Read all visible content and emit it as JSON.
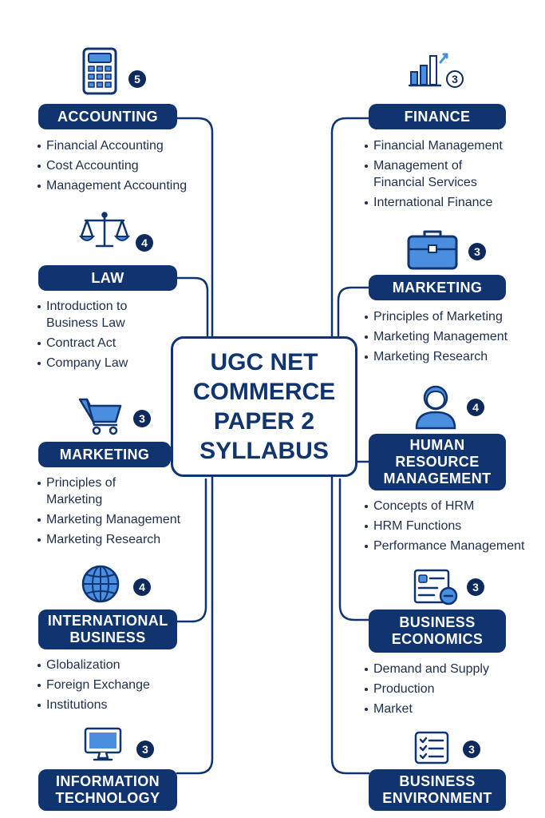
{
  "title_lines": [
    "UGC NET",
    "COMMERCE",
    "PAPER 2",
    "SYLLABUS"
  ],
  "colors": {
    "navy": "#0f3470",
    "accent_blue": "#4a8ee0",
    "badge": "#0e2a5c"
  },
  "left_topics": [
    {
      "name": "ACCOUNTING",
      "units": "5",
      "icon": "calculator-icon",
      "items": [
        "Financial Accounting",
        "Cost Accounting",
        "Management Accounting"
      ]
    },
    {
      "name": "LAW",
      "units": "4",
      "icon": "scales-icon",
      "items": [
        "Introduction to\nBusiness Law",
        "Contract Act",
        "Company Law"
      ]
    },
    {
      "name": "MARKETING",
      "units": "3",
      "icon": "shopping-cart-icon",
      "items": [
        "Principles of\nMarketing",
        "Marketing Management",
        "Marketing Research"
      ]
    },
    {
      "name": "INTERNATIONAL BUSINESS",
      "units": "4",
      "icon": "globe-icon",
      "items": [
        "Globalization",
        "Foreign Exchange",
        "Institutions"
      ]
    },
    {
      "name": "INFORMATION TECHNOLOGY",
      "units": "3",
      "icon": "computer-monitor-icon",
      "items": []
    }
  ],
  "right_topics": [
    {
      "name": "FINANCE",
      "units": "3",
      "icon": "bar-chart-icon",
      "items": [
        "Financial Management",
        "Management of\nFinancial Services",
        "International Finance"
      ]
    },
    {
      "name": "MARKETING",
      "units": "3",
      "icon": "briefcase-icon",
      "items": [
        "Principles of Marketing",
        "Marketing Management",
        "Marketing Research"
      ]
    },
    {
      "name": "HUMAN RESOURCE MANAGEMENT",
      "units": "4",
      "icon": "person-icon",
      "items": [
        "Concepts of HRM",
        "HRM Functions",
        "Performance Management"
      ]
    },
    {
      "name": "BUSINESS ECONOMICS",
      "units": "3",
      "icon": "id-card-icon",
      "items": [
        "Demand and Supply",
        "Production",
        "Market"
      ]
    },
    {
      "name": "BUSINESS ENVIRONMENT",
      "units": "3",
      "icon": "checklist-icon",
      "items": []
    }
  ]
}
